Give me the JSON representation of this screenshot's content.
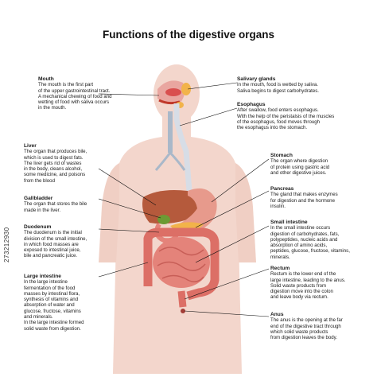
{
  "title": "Functions of the digestive organs",
  "stock_id": "273212930",
  "colors": {
    "body_skin": "#f3d6cc",
    "liver": "#b55a3c",
    "stomach": "#e79a8c",
    "intestine": "#e4837a",
    "gallbladder": "#6c9a34",
    "pancreas": "#f2b34a",
    "esophagus": "#d7dde6",
    "trachea": "#a9b8c9",
    "leader_line": "#111111"
  },
  "labels": {
    "mouth": {
      "heading": "Mouth",
      "text": "The mouth is the first part\nof the upper gastrointestinal tract.\nA mechanical chewing of food and\nwetting of food with saliva occurs\nin the mouth."
    },
    "liver": {
      "heading": "Liver",
      "text": "The organ that produces bile,\nwhich is used to digest fats.\nThe liver gets rid of wastes\nin the body, cleans alcohol,\nsome medicine, and poisons\nfrom the blood"
    },
    "gallbladder": {
      "heading": "Gallbladder",
      "text": "The organ that stores the bile\nmade in the liver."
    },
    "duodenum": {
      "heading": "Duodenum",
      "text": "The duodenum is the initial\ndivision of the small intestine,\nin which food masses are\nexposed to intestinal juice,\nbile and pancreatic juice."
    },
    "large_intestine": {
      "heading": "Large intestine",
      "text": "In the large intestine\nfermentation of the food\nmasses by intestinal flora,\nsynthesis of vitamins and\nabsorption of water and\nglucose, fructose, vitamins\nand minerals.\nIn the large intestine formed\nsolid waste from digestion."
    },
    "salivary_glands": {
      "heading": "Salivary glands",
      "text": "In the mouth, food is wetted by saliva.\nSaliva begins to digest carbohydrates."
    },
    "esophagus": {
      "heading": "Esophagus",
      "text": "After swallow, food enters esophagus.\nWith the help of the peristalsis of the muscles\nof the esophagus, food moves through\nthe esophagus into the stomach."
    },
    "stomach": {
      "heading": "Stomach",
      "text": "The organ where digestion\nof protein using gastric acid\nand other digestive juices."
    },
    "pancreas": {
      "heading": "Pancreas",
      "text": "The gland that makes enzymes\nfor digestion and the hormone\ninsulin."
    },
    "small_intestine": {
      "heading": "Small intestine",
      "text": "In the small intestine occurs\ndigestion of carbohydrates, fats,\npolypeptides, nucleic acids and\nabsorption of amino acids,\npeptides, glucose, fructose, vitamins,\nminerals."
    },
    "rectum": {
      "heading": "Rectum",
      "text": "Rectum is the lower end of the\nlarge intestine, leading to the anus.\nSolid waste products from\ndigestion move into the colon\nand leave body via rectum."
    },
    "anus": {
      "heading": "Anus",
      "text": "The anus is the opening at the far\nend of the digestive tract through\nwhich solid waste products\nfrom digestion leaves the body."
    }
  }
}
